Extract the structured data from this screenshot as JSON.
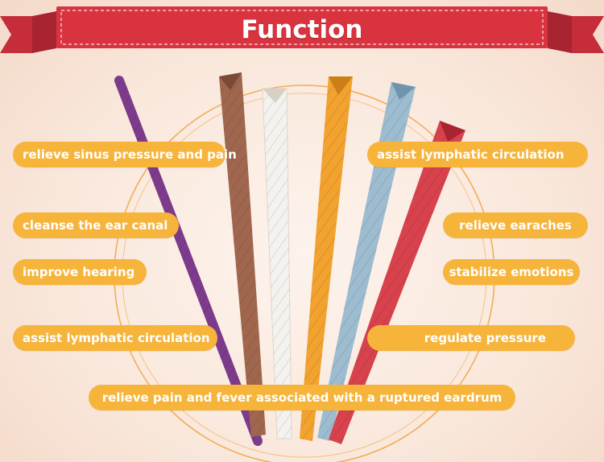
{
  "header": {
    "title": "Function"
  },
  "colors": {
    "banner_red": "#d9333f",
    "banner_dark": "#a82430",
    "pill_orange": "#f6b43a",
    "ring": "#f3a64a",
    "candle_purple": "#7d3b8c",
    "candle_brown": "#a0674e",
    "candle_white": "#f4f2ee",
    "candle_orange": "#f2a22e",
    "candle_blue": "#9dbcd0",
    "candle_red": "#d8424d"
  },
  "functions": {
    "left": [
      "relieve sinus pressure and pain",
      "cleanse the ear canal",
      "improve hearing",
      "assist lymphatic circulation"
    ],
    "right": [
      "assist lymphatic circulation",
      "relieve earaches",
      "stabilize emotions",
      "regulate pressure"
    ],
    "bottom": "relieve pain and fever associated with a ruptured eardrum"
  },
  "candles": [
    {
      "name": "purple",
      "color": "#7d3b8c"
    },
    {
      "name": "brown",
      "color": "#a0674e"
    },
    {
      "name": "white",
      "color": "#f4f2ee"
    },
    {
      "name": "orange",
      "color": "#f2a22e"
    },
    {
      "name": "blue",
      "color": "#9dbcd0"
    },
    {
      "name": "red",
      "color": "#d8424d"
    }
  ]
}
